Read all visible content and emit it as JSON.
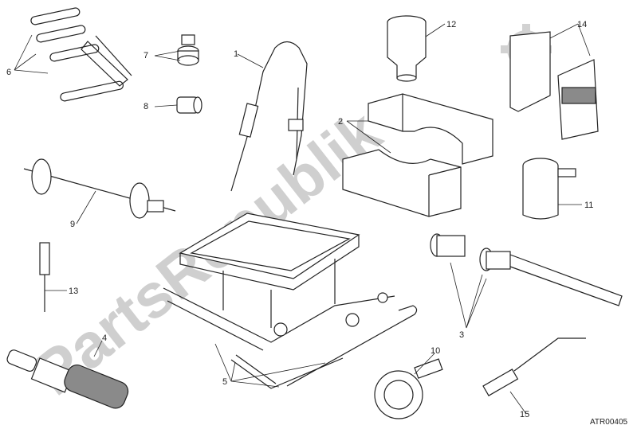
{
  "diagram": {
    "code": "ATR00405",
    "watermark": "PartsRepublik",
    "callouts": [
      "1",
      "2",
      "3",
      "4",
      "5",
      "6",
      "7",
      "8",
      "9",
      "10",
      "11",
      "12",
      "13",
      "14",
      "15"
    ]
  },
  "colors": {
    "line": "#222222",
    "watermark": "#cfcfcf",
    "shade": "#8a8a8a"
  },
  "icons": {
    "watermark_gear": "gear-icon"
  }
}
